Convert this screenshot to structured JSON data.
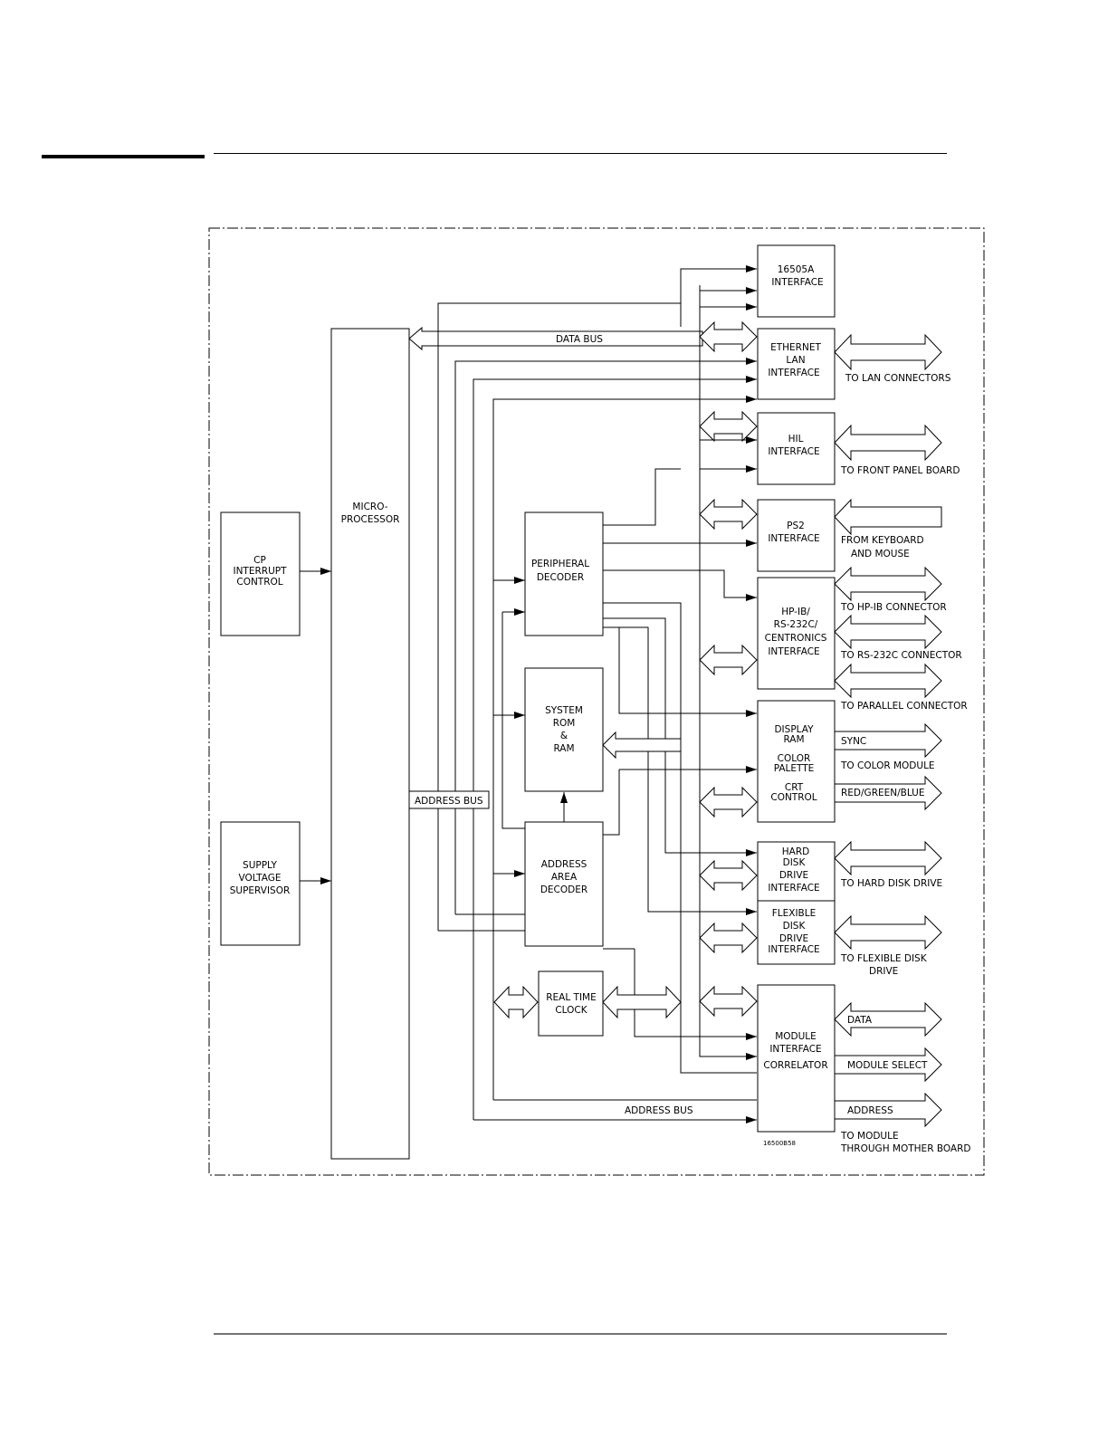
{
  "diagram": {
    "blocks": {
      "cp_interrupt": [
        "CP",
        "INTERRUPT",
        "CONTROL"
      ],
      "supply_voltage": [
        "SUPPLY",
        "VOLTAGE",
        "SUPERVISOR"
      ],
      "microprocessor": [
        "MICRO-",
        "PROCESSOR"
      ],
      "peripheral_decoder": [
        "PERIPHERAL",
        "DECODER"
      ],
      "system_rom_ram": [
        "SYSTEM",
        "ROM",
        "&",
        "RAM"
      ],
      "address_area_decoder": [
        "ADDRESS",
        "AREA",
        "DECODER"
      ],
      "real_time_clock": [
        "REAL TIME",
        "CLOCK"
      ],
      "interface_16505a": [
        "16505A",
        "INTERFACE"
      ],
      "ethernet_lan": [
        "ETHERNET",
        "LAN",
        "INTERFACE"
      ],
      "hil_interface": [
        "HIL",
        "INTERFACE"
      ],
      "ps2_interface": [
        "PS2",
        "INTERFACE"
      ],
      "hpib_rs232c": [
        "HP-IB/",
        "RS-232C/",
        "CENTRONICS",
        "INTERFACE"
      ],
      "display_ram": [
        "DISPLAY",
        "RAM",
        "COLOR",
        "PALETTE",
        "CRT",
        "CONTROL"
      ],
      "hard_disk": [
        "HARD",
        "DISK",
        "DRIVE",
        "INTERFACE"
      ],
      "flexible_disk": [
        "FLEXIBLE",
        "DISK",
        "DRIVE",
        "INTERFACE"
      ],
      "module_interface": [
        "MODULE",
        "INTERFACE",
        "CORRELATOR"
      ]
    },
    "bus_labels": {
      "data_bus": "DATA BUS",
      "address_bus_left": "ADDRESS BUS",
      "address_bus_bottom": "ADDRESS BUS"
    },
    "outputs": {
      "lan": [
        "TO LAN CONNECTORS"
      ],
      "front_panel": [
        "TO FRONT PANEL BOARD"
      ],
      "keyboard": [
        "FROM KEYBOARD",
        "AND MOUSE"
      ],
      "hpib": [
        "TO HP-IB CONNECTOR"
      ],
      "rs232": [
        "TO RS-232C CONNECTOR"
      ],
      "parallel": [
        "TO PARALLEL CONNECTOR"
      ],
      "sync": [
        "SYNC"
      ],
      "color_module": [
        "TO COLOR MODULE"
      ],
      "rgb": [
        "RED/GREEN/BLUE"
      ],
      "hard_disk": [
        "TO HARD DISK DRIVE"
      ],
      "flexible_disk": [
        "TO FLEXIBLE DISK",
        "DRIVE"
      ],
      "data": [
        "DATA"
      ],
      "module_select": [
        "MODULE SELECT"
      ],
      "address": [
        "ADDRESS"
      ],
      "module_board": [
        "TO MODULE",
        "THROUGH MOTHER BOARD"
      ]
    },
    "figure_id": "16500B58"
  }
}
